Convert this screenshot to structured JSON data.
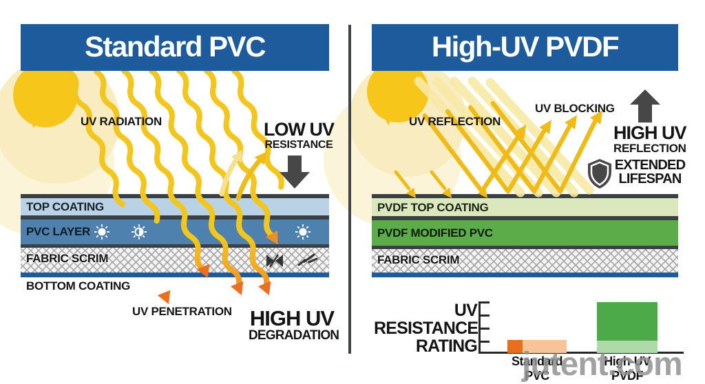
{
  "colors": {
    "banner_blue": "#1d5b9d",
    "separator_dark": "#3a4044",
    "top_coating_blue": "#b9d2e6",
    "pvc_layer_blue": "#4e81ad",
    "bottom_coating_blue": "#1d5b9d",
    "pvdf_top_coating_green": "#dbe8bd",
    "pvdf_modified_pvc_green": "#5cad4a",
    "ray_gold": "#f2c61d",
    "ray_orange": "#ea6f1e",
    "arrow_gray": "#474747",
    "text_black": "#141414",
    "watermark_gray": "#919191"
  },
  "left_panel": {
    "title": "Standard PVC",
    "labels": {
      "uv_radiation": "UV RADIATION",
      "low_uv": "LOW UV",
      "low_uv_sub": "RESISTANCE",
      "uv_penetration": "UV PENETRATION",
      "high_uv": "HIGH UV",
      "high_uv_sub": "DEGRADATION"
    },
    "layers": [
      {
        "label": "TOP COATING"
      },
      {
        "label": "PVC LAYER"
      },
      {
        "label": "FABRIC SCRIM"
      },
      {
        "label": "BOTTOM COATING"
      }
    ]
  },
  "right_panel": {
    "title": "High-UV PVDF",
    "labels": {
      "uv_reflection": "UV REFLECTION",
      "uv_blocking": "UV BLOCKING",
      "high_uv": "HIGH UV",
      "high_uv_sub": "REFLECTION",
      "extended": "EXTENDED",
      "extended_sub": "LIFESPAN"
    },
    "layers": [
      {
        "label": "PVDF TOP COATING"
      },
      {
        "label": "PVDF MODIFIED PVC"
      },
      {
        "label": "FABRIC SCRIM"
      }
    ]
  },
  "chart_data": {
    "type": "bar",
    "title": "UV RESISTANCE RATING",
    "categories": [
      "Standard PVC",
      "High-UV PVDF"
    ],
    "values": [
      1,
      4
    ],
    "ylim": [
      0,
      4
    ],
    "xlabel": "",
    "ylabel": "",
    "grid": false,
    "legend": "none",
    "bar_colors": [
      "#e8701d",
      "#4caa48"
    ],
    "bar_accent_colors": [
      "#f7c49a",
      "#aed9a8"
    ]
  },
  "watermark": "jutent.com"
}
